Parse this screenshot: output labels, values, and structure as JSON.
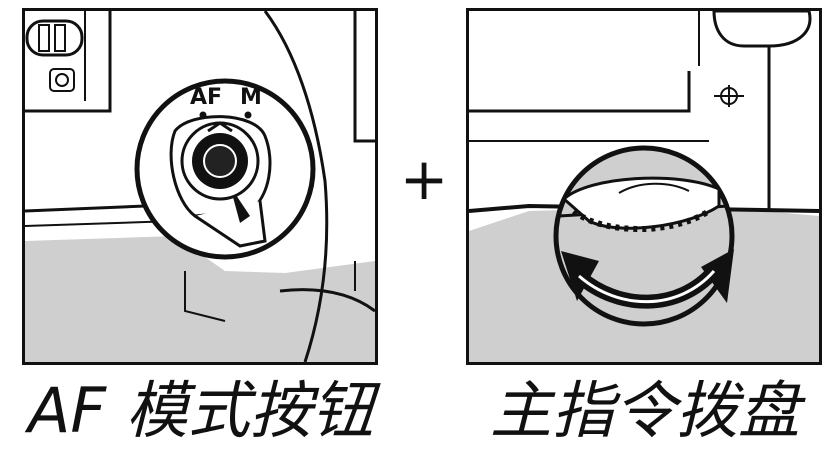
{
  "left_panel": {
    "switch_label_af": "AF",
    "switch_label_m": "M",
    "caption": "AF 模式按钮"
  },
  "right_panel": {
    "caption": "主指令拨盘"
  },
  "connector": "+",
  "colors": {
    "outline": "#111111",
    "ground_gray": "#cfcfcf",
    "background": "#ffffff"
  },
  "icons": {
    "rotate": "double-curved-arrow-icon"
  }
}
